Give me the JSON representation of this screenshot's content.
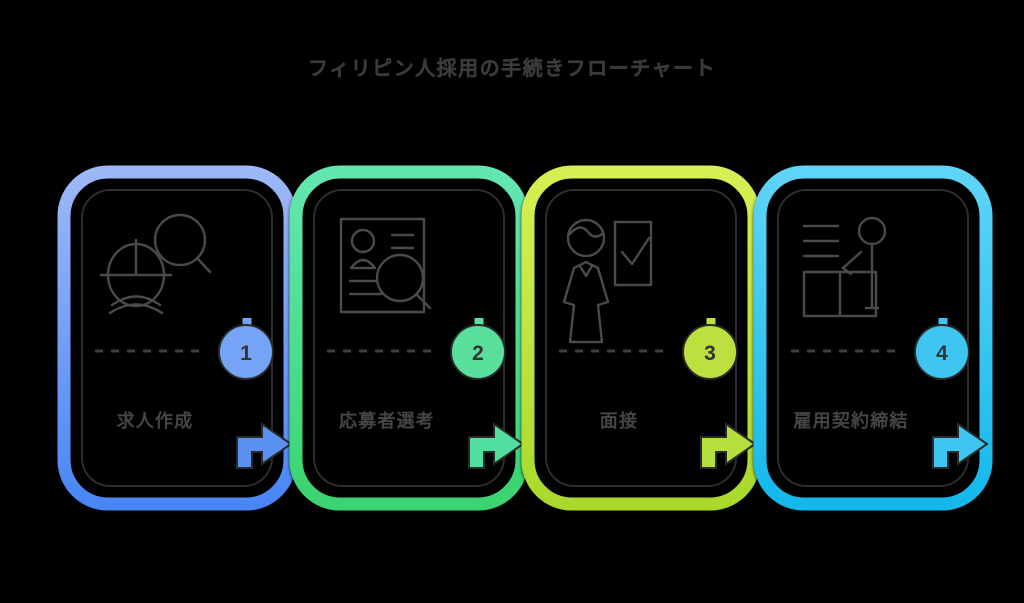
{
  "page": {
    "title": "フィリピン人採用の手続きフローチャート",
    "background_color": "#000000",
    "title_color": "#3a3a3a"
  },
  "flow": {
    "type": "process-flowchart",
    "direction": "left-to-right",
    "step_count": 4,
    "steps": [
      {
        "number": "1",
        "label": "求人作成",
        "icon": "person-search-icon",
        "color_top": "#9db8f7",
        "color_bottom": "#4a86f5",
        "badge_color": "#75a4f7",
        "arrow_color": "#5a90f0"
      },
      {
        "number": "2",
        "label": "応募者選考",
        "icon": "resume-review-icon",
        "color_top": "#64e6b2",
        "color_bottom": "#3ad46f",
        "badge_color": "#5adf9c",
        "arrow_color": "#51dfa0"
      },
      {
        "number": "3",
        "label": "面接",
        "icon": "interview-check-icon",
        "color_top": "#d7ef52",
        "color_bottom": "#a9d92c",
        "badge_color": "#bde040",
        "arrow_color": "#b5df3d"
      },
      {
        "number": "4",
        "label": "雇用契約締結",
        "icon": "contract-signing-icon",
        "color_top": "#5fd4f7",
        "color_bottom": "#14b8ec",
        "badge_color": "#3ec6f0",
        "arrow_color": "#3ec6f0"
      }
    ]
  }
}
